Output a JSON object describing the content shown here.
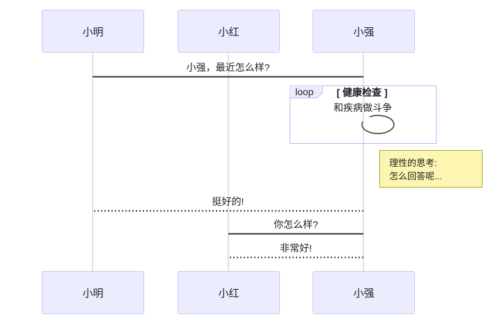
{
  "actors": [
    {
      "label": "小明"
    },
    {
      "label": "小红"
    },
    {
      "label": "小强"
    }
  ],
  "messages": [
    {
      "text": "小强，最近怎么样?",
      "style": "solid",
      "from": "小明",
      "to": "小强"
    },
    {
      "text": "挺好的!",
      "style": "dashed",
      "from": "小强",
      "to": "小明"
    },
    {
      "text": "你怎么样?",
      "style": "solid",
      "from": "小红",
      "to": "小强"
    },
    {
      "text": "非常好!",
      "style": "dashed",
      "from": "小强",
      "to": "小红"
    }
  ],
  "loop_frame": {
    "keyword": "loop",
    "condition": "[ 健康检查 ]",
    "self_message": "和疾病做斗争"
  },
  "note": {
    "line1": "理性的思考:",
    "line2": "怎么回答呢..."
  },
  "colors": {
    "actor_fill": "#ECECFF",
    "actor_border": "#c9c9e8",
    "loop_border": "#b6baf0",
    "note_fill": "#fdf6b2",
    "note_border": "#aaaa33",
    "line": "#333333",
    "lifeline": "#c4c4cf",
    "bg": "#ffffff"
  }
}
